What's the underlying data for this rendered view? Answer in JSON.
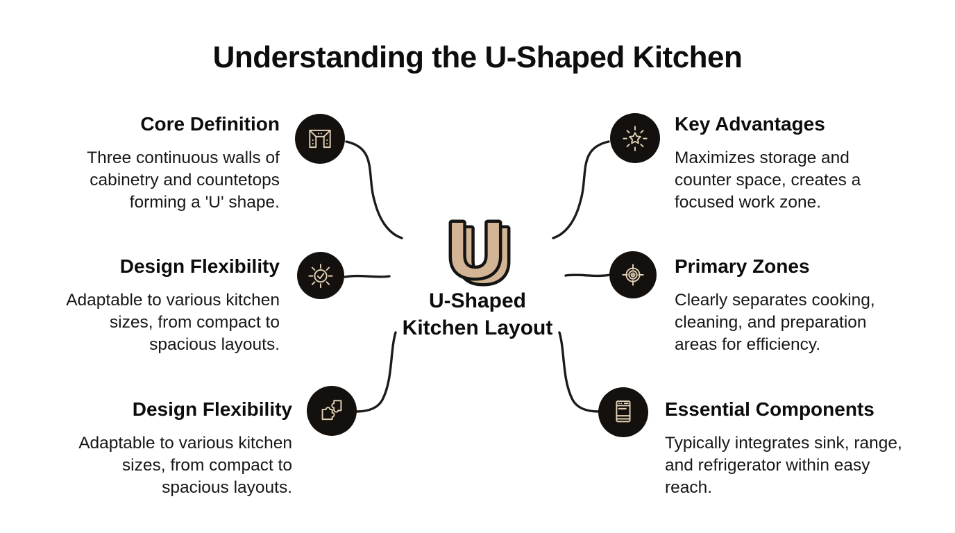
{
  "title": "Understanding the U-Shaped Kitchen",
  "center": {
    "glyph": "U",
    "label_line1": "U-Shaped",
    "label_line2": "Kitchen Layout"
  },
  "nodes": {
    "left": [
      {
        "title": "Core Definition",
        "description": "Three continuous walls of cabinetry and countetops forming a 'U' shape.",
        "icon": "kitchen-cabinets-icon"
      },
      {
        "title": "Design Flexibility",
        "description": "Adaptable to various kitchen sizes, from compact to spacious layouts.",
        "icon": "sun-check-icon"
      },
      {
        "title": "Design Flexibility",
        "description": "Adaptable to various kitchen sizes, from compact to spacious layouts.",
        "icon": "puzzle-pieces-icon"
      }
    ],
    "right": [
      {
        "title": "Key Advantages",
        "description": "Maximizes storage and counter space, creates a focused work zone.",
        "icon": "star-burst-icon"
      },
      {
        "title": "Primary Zones",
        "description": "Clearly separates cooking, cleaning, and preparation areas for efficiency.",
        "icon": "target-icon"
      },
      {
        "title": "Essential Components",
        "description": "Typically integrates sink, range, and refrigerator within easy reach.",
        "icon": "range-appliance-icon"
      }
    ]
  },
  "colors": {
    "accent_tan": "#d3b494",
    "icon_bg": "#14100d",
    "icon_stroke": "#e2d2b6",
    "text": "#111111",
    "line": "#1b1b1b",
    "background": "#ffffff"
  }
}
